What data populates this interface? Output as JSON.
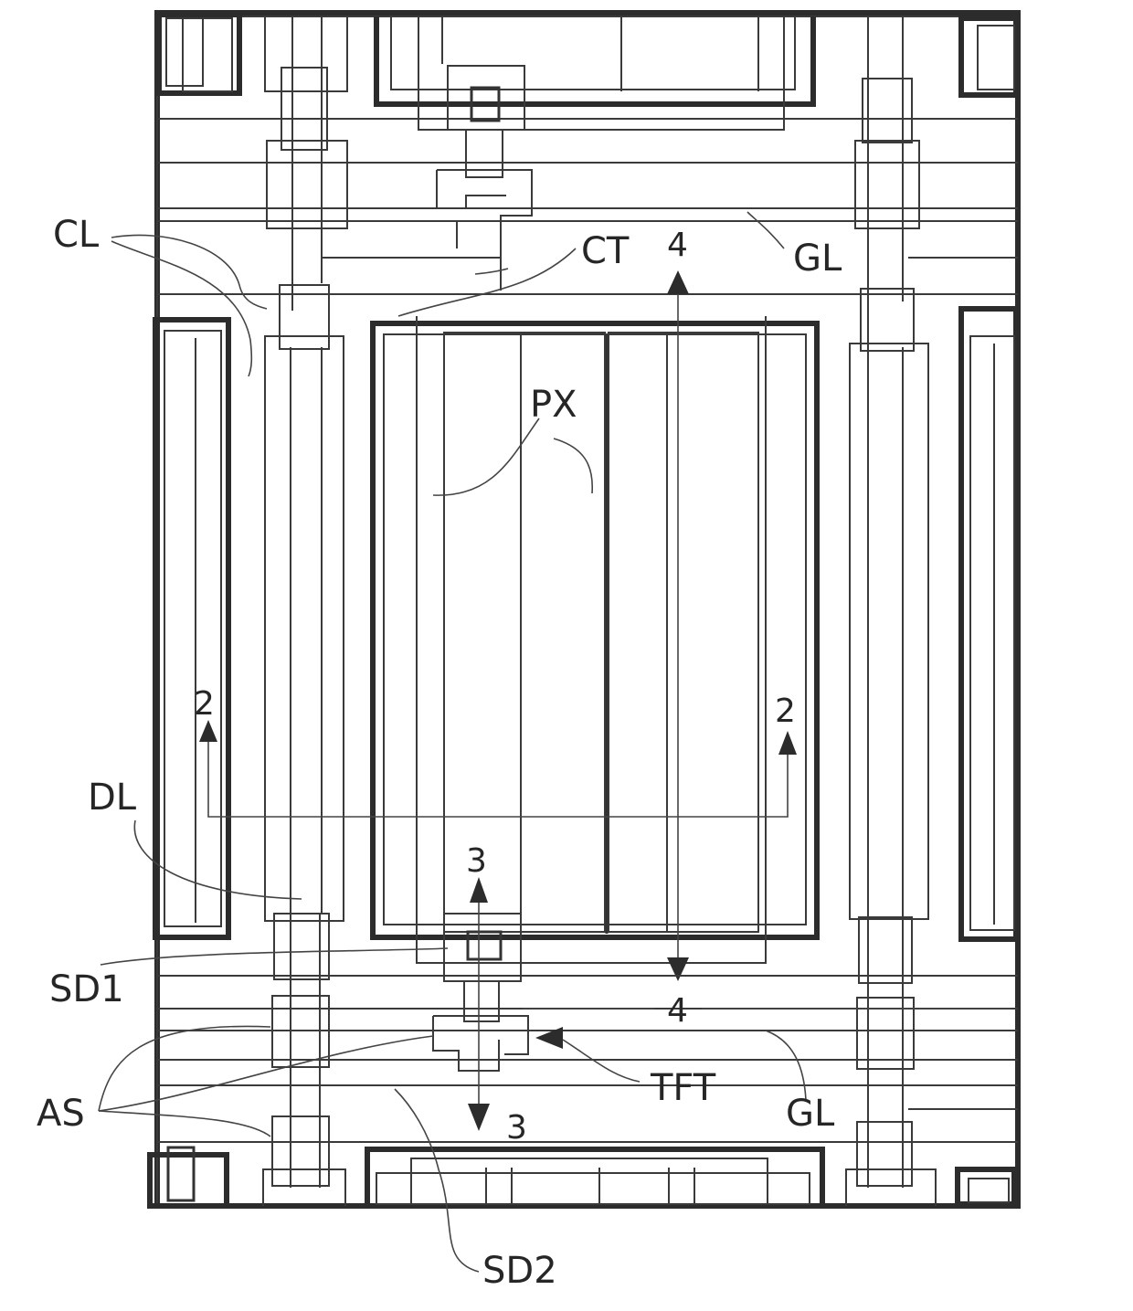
{
  "labels": {
    "cl": "CL",
    "ct": "CT",
    "gl_top": "GL",
    "px": "PX",
    "dl": "DL",
    "sd1": "SD1",
    "as": "AS",
    "tft": "TFT",
    "gl_bottom": "GL",
    "sd2": "SD2",
    "sec2_left": "2",
    "sec2_right": "2",
    "sec3_top": "3",
    "sec3_bottom": "3",
    "sec4_top": "4",
    "sec4_bottom": "4"
  },
  "colors": {
    "ink": "#2c2c2c",
    "background": "#ffffff"
  }
}
